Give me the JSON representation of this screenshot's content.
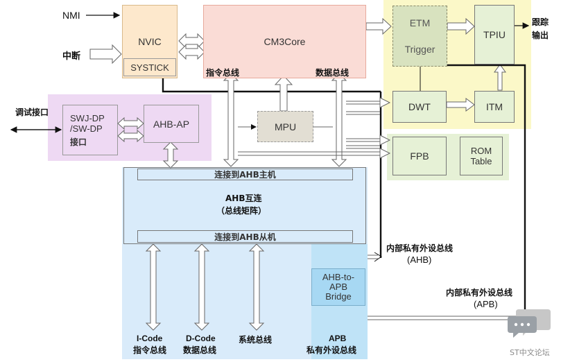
{
  "inputs": {
    "nmi": "NMI",
    "interrupt": "中断",
    "debug_port": "调试接口"
  },
  "blocks": {
    "nvic": "NVIC",
    "systick": "SYSTICK",
    "cm3core": "CM3Core",
    "instruction_bus": "指令总线",
    "data_bus": "数据总线",
    "etm": "ETM",
    "trigger": "Trigger",
    "tpiu": "TPIU",
    "trace_out_1": "跟踪",
    "trace_out_2": "输出",
    "dwt": "DWT",
    "itm": "ITM",
    "mpu": "MPU",
    "swj_dp_1": "SWJ-DP",
    "swj_dp_2": "/SW-DP",
    "swj_dp_3": "接口",
    "ahb_ap": "AHB-AP",
    "fpb": "FPB",
    "rom_table_1": "ROM",
    "rom_table_2": "Table",
    "ahb_master": "连接到AHB主机",
    "ahb_interconnect_1": "AHB互连",
    "ahb_interconnect_2": "（总线矩阵）",
    "ahb_slave": "连接到AHB从机",
    "bridge_1": "AHB-to-",
    "bridge_2": "APB",
    "bridge_3": "Bridge"
  },
  "buses": {
    "icode_1": "I-Code",
    "icode_2": "指令总线",
    "dcode_1": "D-Code",
    "dcode_2": "数据总线",
    "system": "系统总线",
    "apb_1": "APB",
    "apb_2": "私有外设总线",
    "internal_ahb_1": "内部私有外设总线",
    "internal_ahb_2": "(AHB)",
    "internal_apb_1": "内部私有外设总线",
    "internal_apb_2": "(APB)"
  },
  "watermark": "ST中文论坛",
  "colors": {
    "yellow_region": "#fbf8c8",
    "purple_region": "#eed9f3",
    "green_region": "#e6f1d6",
    "blue_region": "#d9ebfa",
    "nvic_fill": "#fde8cc",
    "core_fill": "#fadcd6",
    "core_border": "#e7a99c",
    "mpu_fill": "#e2ded3",
    "bridge_fill": "#a7d8f3",
    "line": "#111111"
  }
}
